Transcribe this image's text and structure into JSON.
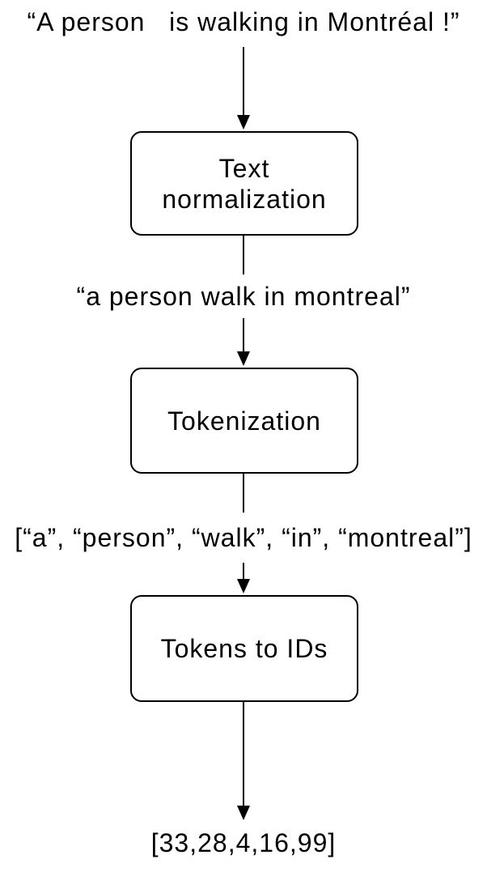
{
  "pipeline": {
    "input_text": "“A person   is walking in Montréal !”",
    "stages": [
      {
        "label": "Text normalization",
        "output": "“a person walk in montreal”"
      },
      {
        "label": "Tokenization",
        "output": "[“a”, “person”, “walk”, “in”, “montreal”]"
      },
      {
        "label": "Tokens to IDs",
        "output": "[33,28,4,16,99]"
      }
    ]
  },
  "colors": {
    "background": "#ffffff",
    "stroke": "#000000",
    "text": "#000000"
  }
}
